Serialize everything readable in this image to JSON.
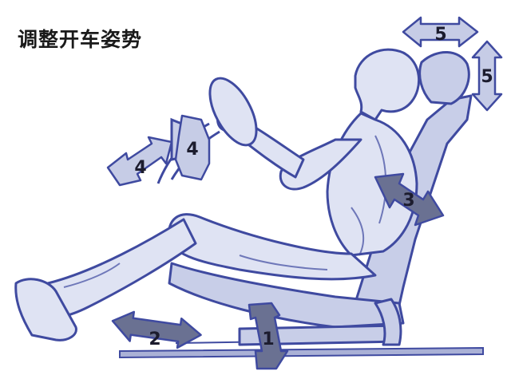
{
  "title": "调整开车姿势",
  "colors": {
    "outline": "#3f4aa0",
    "body_fill": "#dfe3f3",
    "seat_fill": "#c8cee8",
    "arrow_light": "#c6cce6",
    "arrow_dark": "#6a7192",
    "ground": "#aab1d6"
  },
  "adjustments": [
    {
      "label": "1",
      "part": "seat height / tilt",
      "style": "dark"
    },
    {
      "label": "2",
      "part": "seat fore-aft slide",
      "style": "dark"
    },
    {
      "label": "3",
      "part": "backrest recline",
      "style": "dark"
    },
    {
      "label": "4",
      "part": "steering wheel reach",
      "style": "light"
    },
    {
      "label": "4",
      "part": "steering wheel tilt",
      "style": "light"
    },
    {
      "label": "5",
      "part": "headrest height",
      "style": "light"
    },
    {
      "label": "5",
      "part": "headrest angle",
      "style": "light"
    }
  ]
}
